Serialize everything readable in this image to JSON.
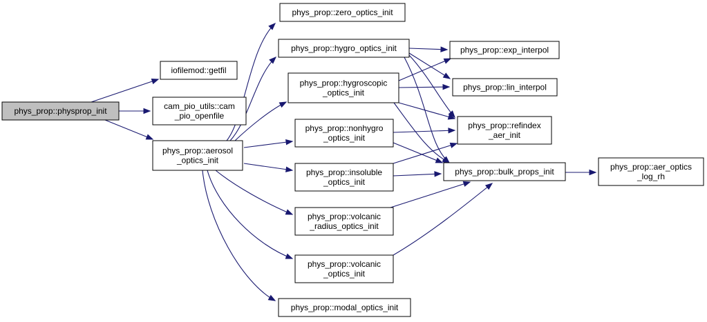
{
  "graph": {
    "colors": {
      "edge": "#191970",
      "root_fill": "#bfbfbf",
      "node_fill": "#ffffff",
      "node_border": "#000000"
    },
    "nodes": [
      {
        "id": "physprop_init",
        "lines": [
          "phys_prop::physprop_init"
        ],
        "root": true
      },
      {
        "id": "getfil",
        "lines": [
          "iofilemod::getfil"
        ]
      },
      {
        "id": "cam_pio_openfile",
        "lines": [
          "cam_pio_utils::cam",
          "_pio_openfile"
        ]
      },
      {
        "id": "aerosol_optics_init",
        "lines": [
          "phys_prop::aerosol",
          "_optics_init"
        ]
      },
      {
        "id": "zero_optics_init",
        "lines": [
          "phys_prop::zero_optics_init"
        ]
      },
      {
        "id": "hygro_optics_init",
        "lines": [
          "phys_prop::hygro_optics_init"
        ]
      },
      {
        "id": "hygroscopic_optics_init",
        "lines": [
          "phys_prop::hygroscopic",
          "_optics_init"
        ]
      },
      {
        "id": "nonhygro_optics_init",
        "lines": [
          "phys_prop::nonhygro",
          "_optics_init"
        ]
      },
      {
        "id": "insoluble_optics_init",
        "lines": [
          "phys_prop::insoluble",
          "_optics_init"
        ]
      },
      {
        "id": "volcanic_radius_optics_init",
        "lines": [
          "phys_prop::volcanic",
          "_radius_optics_init"
        ]
      },
      {
        "id": "volcanic_optics_init",
        "lines": [
          "phys_prop::volcanic",
          "_optics_init"
        ]
      },
      {
        "id": "modal_optics_init",
        "lines": [
          "phys_prop::modal_optics_init"
        ]
      },
      {
        "id": "exp_interpol",
        "lines": [
          "phys_prop::exp_interpol"
        ]
      },
      {
        "id": "lin_interpol",
        "lines": [
          "phys_prop::lin_interpol"
        ]
      },
      {
        "id": "refindex_aer_init",
        "lines": [
          "phys_prop::refindex",
          "_aer_init"
        ]
      },
      {
        "id": "bulk_props_init",
        "lines": [
          "phys_prop::bulk_props_init"
        ]
      },
      {
        "id": "aer_optics_log_rh",
        "lines": [
          "phys_prop::aer_optics",
          "_log_rh"
        ]
      }
    ],
    "edges": [
      [
        "physprop_init",
        "getfil"
      ],
      [
        "physprop_init",
        "cam_pio_openfile"
      ],
      [
        "physprop_init",
        "aerosol_optics_init"
      ],
      [
        "aerosol_optics_init",
        "zero_optics_init"
      ],
      [
        "aerosol_optics_init",
        "hygro_optics_init"
      ],
      [
        "aerosol_optics_init",
        "hygroscopic_optics_init"
      ],
      [
        "aerosol_optics_init",
        "nonhygro_optics_init"
      ],
      [
        "aerosol_optics_init",
        "insoluble_optics_init"
      ],
      [
        "aerosol_optics_init",
        "volcanic_radius_optics_init"
      ],
      [
        "aerosol_optics_init",
        "volcanic_optics_init"
      ],
      [
        "aerosol_optics_init",
        "modal_optics_init"
      ],
      [
        "hygro_optics_init",
        "exp_interpol"
      ],
      [
        "hygro_optics_init",
        "lin_interpol"
      ],
      [
        "hygro_optics_init",
        "refindex_aer_init"
      ],
      [
        "hygro_optics_init",
        "bulk_props_init"
      ],
      [
        "hygroscopic_optics_init",
        "exp_interpol"
      ],
      [
        "hygroscopic_optics_init",
        "lin_interpol"
      ],
      [
        "hygroscopic_optics_init",
        "refindex_aer_init"
      ],
      [
        "hygroscopic_optics_init",
        "bulk_props_init"
      ],
      [
        "nonhygro_optics_init",
        "refindex_aer_init"
      ],
      [
        "nonhygro_optics_init",
        "bulk_props_init"
      ],
      [
        "insoluble_optics_init",
        "refindex_aer_init"
      ],
      [
        "insoluble_optics_init",
        "bulk_props_init"
      ],
      [
        "volcanic_radius_optics_init",
        "bulk_props_init"
      ],
      [
        "volcanic_optics_init",
        "bulk_props_init"
      ],
      [
        "bulk_props_init",
        "aer_optics_log_rh"
      ]
    ]
  }
}
